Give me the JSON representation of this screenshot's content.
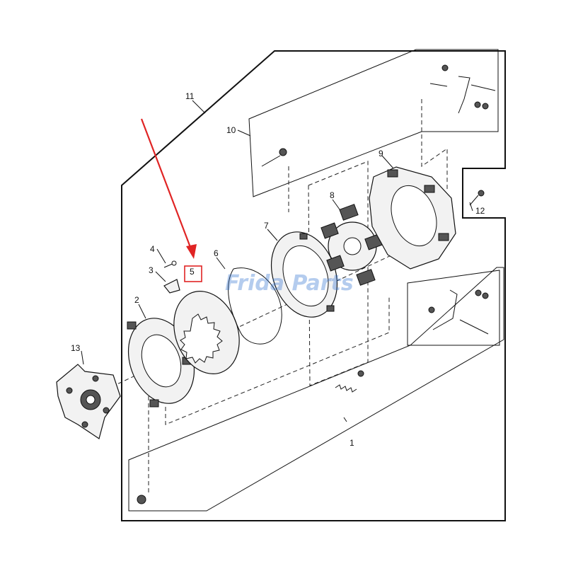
{
  "diagram": {
    "callouts": {
      "c1": "1",
      "c2": "2",
      "c3": "3",
      "c4": "4",
      "c5": "5",
      "c6": "6",
      "c7": "7",
      "c8": "8",
      "c9": "9",
      "c10": "10",
      "c11": "11",
      "c12": "12",
      "c13": "13"
    },
    "highlighted_callout": "5",
    "watermark": "Frida Parts",
    "colors": {
      "line": "#111111",
      "highlight_box": "#e02424",
      "arrow": "#e02424",
      "watermark": "#2b6fd1"
    }
  }
}
